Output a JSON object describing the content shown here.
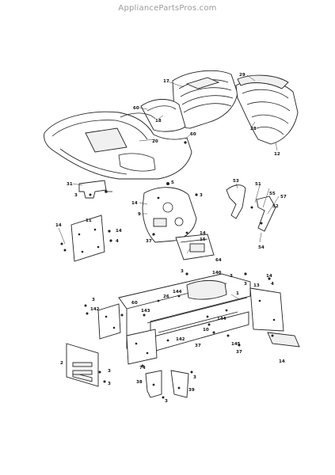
{
  "watermark": "AppliancePartsPros.com",
  "callouts": [
    "17",
    "29",
    "60",
    "18",
    "60",
    "20",
    "28",
    "12",
    "31",
    "3",
    "5",
    "14",
    "9",
    "3",
    "53",
    "51",
    "55",
    "57",
    "52",
    "54",
    "11",
    "14",
    "14",
    "4",
    "37",
    "14",
    "15",
    "64",
    "3",
    "140",
    "3",
    "14",
    "4",
    "26",
    "144",
    "13",
    "1",
    "3",
    "142",
    "60",
    "143",
    "144",
    "10",
    "37",
    "145",
    "37",
    "2",
    "142",
    "74",
    "38",
    "39",
    "3",
    "3",
    "3",
    "3",
    "14",
    "3"
  ]
}
